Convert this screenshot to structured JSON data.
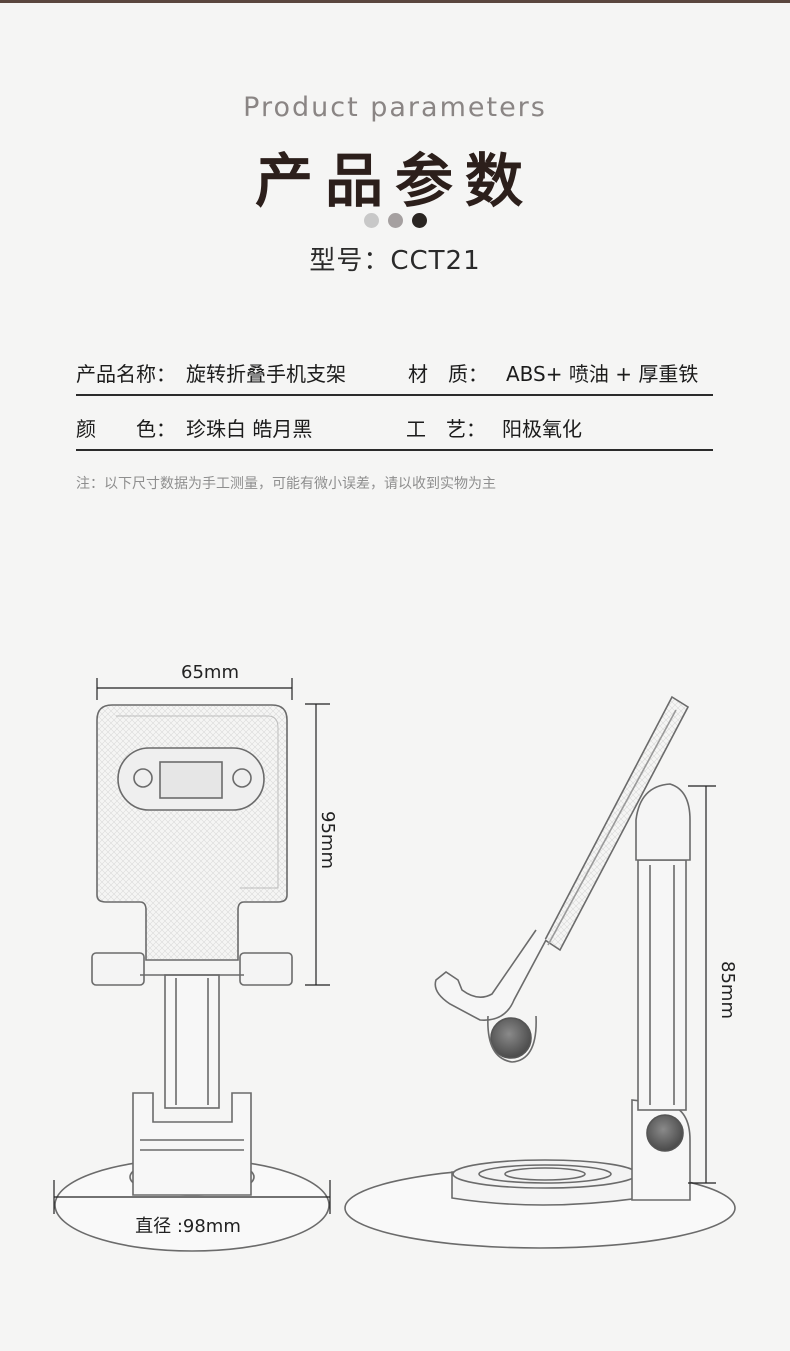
{
  "header": {
    "eyebrow": "Product parameters",
    "title": "产品参数",
    "model": "型号：CCT21",
    "dot_colors": [
      "#c8c8c8",
      "#a5a0a0",
      "#2a2522"
    ]
  },
  "spec_rows": [
    {
      "left_label": "产品名称：",
      "left_value": "旋转折叠手机支架",
      "right_label": "材　质：",
      "right_value": "ABS+ 喷油 + 厚重铁"
    },
    {
      "left_label": "颜　　色：",
      "left_value": "珍珠白  皓月黑",
      "right_label": "工　艺：",
      "right_value": "阳极氧化"
    }
  ],
  "note": "注：以下尺寸数据为手工测量，可能有微小误差，请以收到实物为主",
  "dimensions": {
    "width": "65mm",
    "height_front": "95mm",
    "height_side": "85mm",
    "diameter": "直径 :98mm"
  }
}
